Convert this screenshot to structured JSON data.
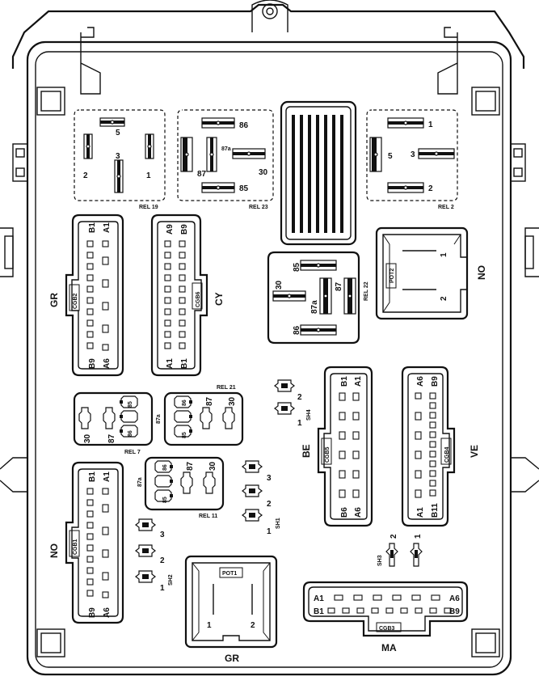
{
  "relays": {
    "rel19": {
      "name": "REL 19",
      "pins": [
        "5",
        "3",
        "2",
        "1"
      ]
    },
    "rel23": {
      "name": "REL 23",
      "pins": [
        "86",
        "87a",
        "87",
        "30",
        "85"
      ]
    },
    "rel2": {
      "name": "REL 2",
      "pins": [
        "1",
        "5",
        "3",
        "2"
      ]
    },
    "rel22": {
      "name": "REL 22",
      "pins": [
        "85",
        "30",
        "87a",
        "87",
        "86"
      ]
    },
    "rel7": {
      "name": "REL 7",
      "pins": [
        "30",
        "87",
        "86",
        "85",
        "87a"
      ]
    },
    "rel21": {
      "name": "REL 21",
      "pins": [
        "86",
        "87",
        "30",
        "85"
      ]
    },
    "rel11": {
      "name": "REL 11",
      "pins": [
        "86",
        "87",
        "30",
        "85",
        "87a"
      ]
    }
  },
  "connectors": {
    "cgb2": {
      "name": "CGB2",
      "color": "GR",
      "pin_top_left": "B1",
      "pin_top_right": "A1",
      "pin_bottom_left": "B9",
      "pin_bottom_right": "A6"
    },
    "cgb6": {
      "name": "CGB6",
      "color": "CY",
      "pin_top_left": "A9",
      "pin_top_right": "B9",
      "pin_bottom_left": "A1",
      "pin_bottom_right": "B1"
    },
    "cgb1": {
      "name": "CGB1",
      "color": "NO",
      "pin_top_left": "B1",
      "pin_top_right": "A1",
      "pin_bottom_left": "B9",
      "pin_bottom_right": "A6"
    },
    "cgb5": {
      "name": "CGB5",
      "color": "BE",
      "pin_top_left": "B1",
      "pin_top_right": "A1",
      "pin_bottom_left": "B6",
      "pin_bottom_right": "A6"
    },
    "cgb4": {
      "name": "CGB4",
      "color": "VE",
      "pin_top_left": "A6",
      "pin_top_right": "B9",
      "pin_bottom_left": "A1",
      "pin_bottom_right": "B11"
    },
    "cgb3": {
      "name": "CGB3",
      "color": "MA",
      "pin_a_left": "A1",
      "pin_a_right": "A6",
      "pin_b_left": "B1",
      "pin_b_right": "B9"
    }
  },
  "pots": {
    "pot1": {
      "name": "POT1",
      "color": "GR",
      "pins": [
        "1",
        "2"
      ]
    },
    "pot2": {
      "name": "POT2",
      "color": "NO",
      "pins": [
        "1",
        "2"
      ]
    }
  },
  "shunts": {
    "sh1": {
      "name": "SH1",
      "pins": [
        "3",
        "2",
        "1"
      ]
    },
    "sh2": {
      "name": "SH2",
      "pins": [
        "3",
        "2",
        "1"
      ]
    },
    "sh3": {
      "name": "SH3",
      "pins": [
        "2",
        "1"
      ]
    },
    "sh4": {
      "name": "SH4",
      "pins": [
        "2",
        "1"
      ]
    }
  }
}
